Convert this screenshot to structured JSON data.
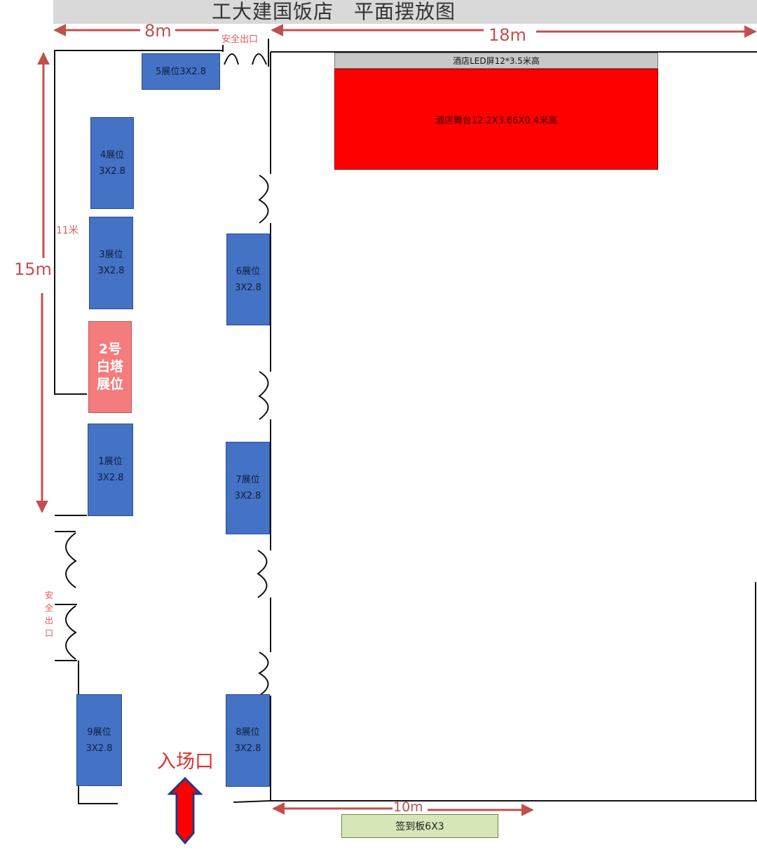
{
  "title": "工大建国饭店　平面摆放图",
  "dimensions": {
    "top_left_width": "8m",
    "top_right_width": "18m",
    "left_height": "15m",
    "inner_height": "11米",
    "bottom_width": "10m"
  },
  "exits": {
    "top": "安全出口",
    "side": [
      "安",
      "全",
      "出",
      "口"
    ]
  },
  "entrance": "入场口",
  "stage": {
    "led": "酒店LED屏12*3.5米高",
    "stage": "酒店舞台12.2X3.66X0.4米高"
  },
  "booths": {
    "b5": "5展位3X2.8",
    "b4": "4展位\n3X2.8",
    "b3": "3展位\n3X2.8",
    "b2": "2号\n白塔\n展位",
    "b1": "1展位\n3X2.8",
    "b6": "6展位\n3X2.8",
    "b7": "7展位\n3X2.8",
    "b8": "8展位\n3X2.8",
    "b9": "9展位\n3X2.8"
  },
  "signboard": "签到板6X3",
  "colors": {
    "booth": "#4472c4",
    "featured_booth": "#f47c7c",
    "stage": "#ff0000",
    "led": "#c8c8c8",
    "signboard": "#d6e6b8",
    "dimension": "#c0504d"
  }
}
